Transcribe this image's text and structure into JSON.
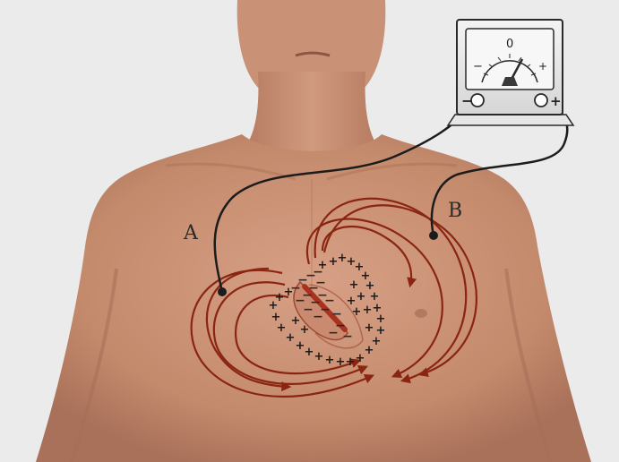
{
  "labels": {
    "electrode_a": "A",
    "electrode_b": "B"
  },
  "meter": {
    "zero_label": "0",
    "minus_label": "−",
    "plus_label": "+",
    "neg_terminal": "−",
    "pos_terminal": "+"
  },
  "charges": {
    "positive": "+",
    "negative": "−"
  },
  "colors": {
    "background": "#ebebeb",
    "skin": "#c98f72",
    "skin_shadow": "#a8694f",
    "field_line": "#8a2512",
    "heart_core": "#a8321e",
    "wire": "#1c1c1c"
  }
}
